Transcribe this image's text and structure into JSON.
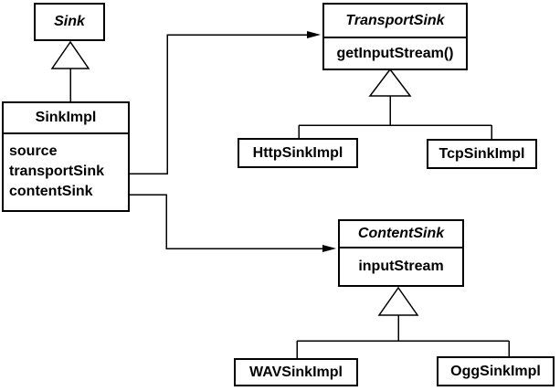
{
  "diagram": {
    "type": "uml-class-diagram",
    "colors": {
      "line": "#000000",
      "background": "#ffffff",
      "box_fill": "#ffffff"
    },
    "classes": {
      "sink": {
        "name": "Sink",
        "abstract": true
      },
      "sinkImpl": {
        "name": "SinkImpl",
        "abstract": false,
        "attributes": [
          "source",
          "transportSink",
          "contentSink"
        ]
      },
      "transportSink": {
        "name": "TransportSink",
        "abstract": true,
        "operations": [
          "getInputStream()"
        ]
      },
      "httpSinkImpl": {
        "name": "HttpSinkImpl",
        "abstract": false
      },
      "tcpSinkImpl": {
        "name": "TcpSinkImpl",
        "abstract": false
      },
      "contentSink": {
        "name": "ContentSink",
        "abstract": true,
        "attributes": [
          "inputStream"
        ]
      },
      "wavSinkImpl": {
        "name": "WAVSinkImpl",
        "abstract": false
      },
      "oggSinkImpl": {
        "name": "OggSinkImpl",
        "abstract": false
      }
    },
    "relationships": [
      {
        "type": "generalization",
        "from": "SinkImpl",
        "to": "Sink"
      },
      {
        "type": "generalization",
        "from": "HttpSinkImpl",
        "to": "TransportSink"
      },
      {
        "type": "generalization",
        "from": "TcpSinkImpl",
        "to": "TransportSink"
      },
      {
        "type": "generalization",
        "from": "WAVSinkImpl",
        "to": "ContentSink"
      },
      {
        "type": "generalization",
        "from": "OggSinkImpl",
        "to": "ContentSink"
      },
      {
        "type": "association",
        "from": "SinkImpl.transportSink",
        "to": "TransportSink"
      },
      {
        "type": "association",
        "from": "SinkImpl.contentSink",
        "to": "ContentSink"
      }
    ]
  }
}
